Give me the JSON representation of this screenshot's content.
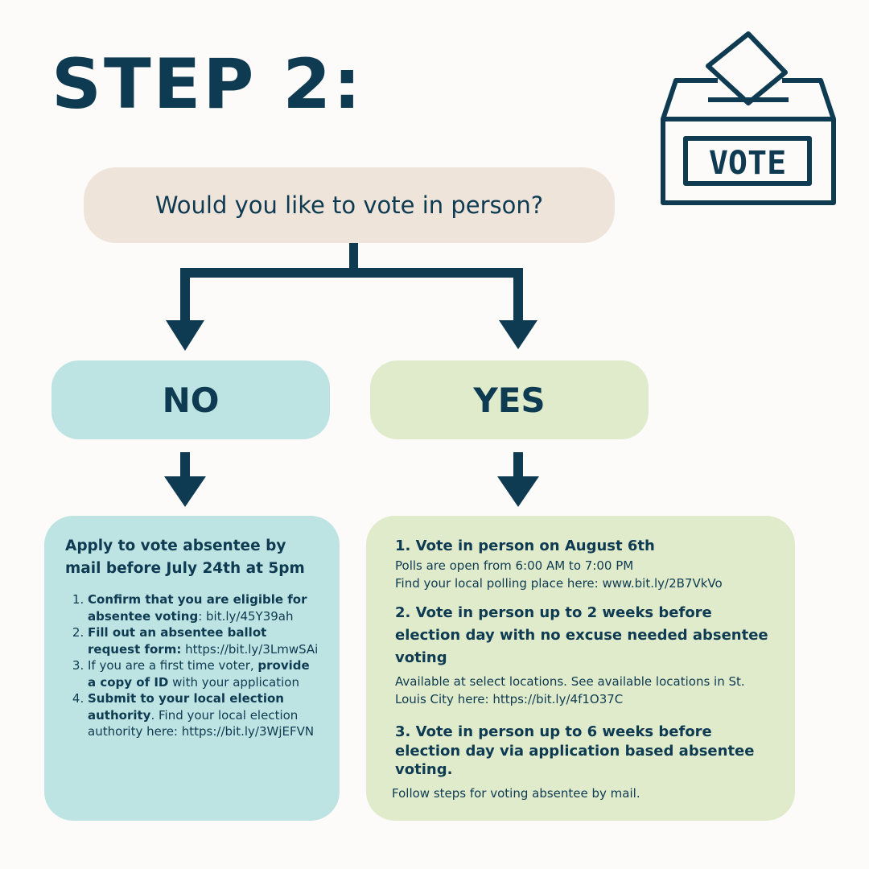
{
  "header": {
    "title": "STEP 2:"
  },
  "icon": {
    "name": "ballot-box-icon",
    "label": "VOTE"
  },
  "question": {
    "text": "Would you like to vote in person?"
  },
  "branches": {
    "no_label": "NO",
    "yes_label": "YES"
  },
  "no_card": {
    "heading": "Apply to vote absentee by mail before July 24th at 5pm",
    "steps": [
      {
        "bold": "Confirm that you are eligible for absentee voting",
        "text": ": bit.ly/45Y39ah"
      },
      {
        "bold": "Fill out an absentee ballot request form:",
        "text": " https://bit.ly/3LmwSAi"
      },
      {
        "pre": "If you are a first time voter, ",
        "bold": "provide a copy of ID",
        "text": " with your application"
      },
      {
        "bold": "Submit to your local election authority",
        "text": ". Find your local election authority here: https://bit.ly/3WjEFVN"
      }
    ]
  },
  "yes_card": {
    "options": [
      {
        "title": "1. Vote in person on August 6th",
        "lines": [
          "Polls are open from 6:00 AM to 7:00 PM",
          "Find your local polling place here: www.bit.ly/2B7VkVo"
        ]
      },
      {
        "title": "2. Vote in person up to 2 weeks before election day with no excuse needed absentee voting",
        "lines": [
          "Available at select locations. See available locations in St. Louis City here: https://bit.ly/4f1O37C"
        ]
      },
      {
        "title": "3. Vote in person up to 6 weeks before election day via application based absentee voting.",
        "lines": [
          "Follow steps for voting absentee by mail."
        ]
      }
    ]
  },
  "colors": {
    "navy": "#0e3a52",
    "background": "#fcfbf9",
    "question_fill": "#efe4da",
    "no_fill": "#bde4e2",
    "yes_fill": "#dfebcb"
  }
}
